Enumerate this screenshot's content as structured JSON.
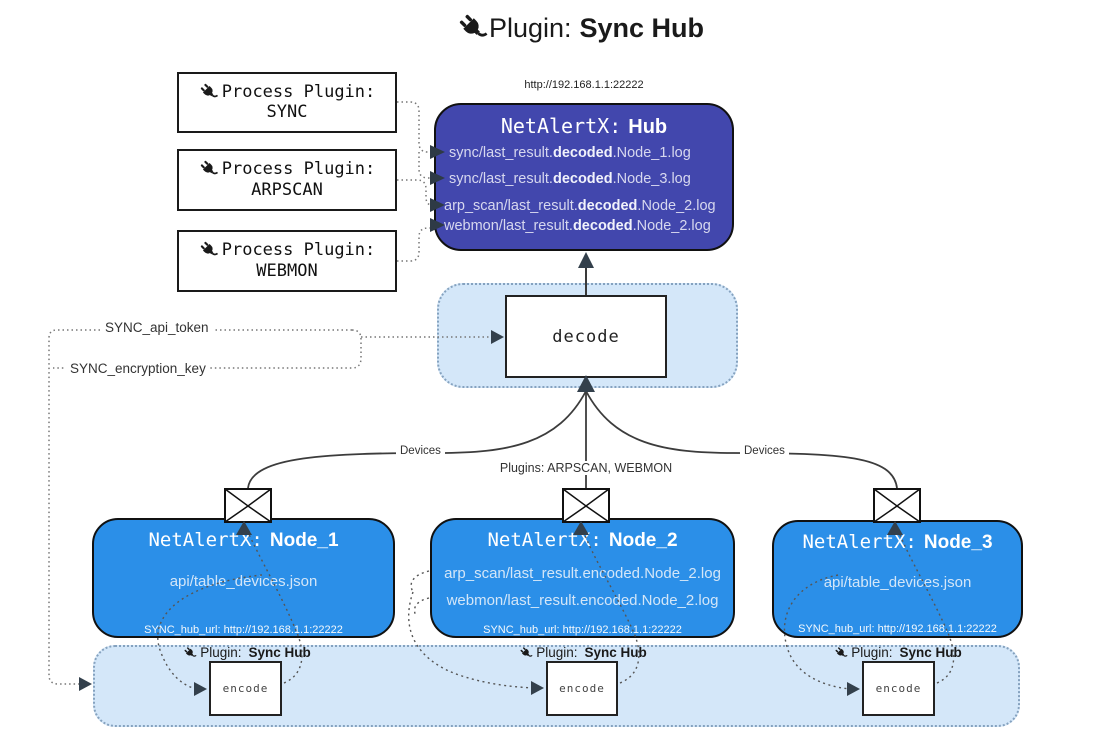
{
  "title": {
    "prefix": "Plugin:",
    "name": "Sync Hub"
  },
  "process_plugins": [
    {
      "label": "Process Plugin:",
      "name": "SYNC"
    },
    {
      "label": "Process Plugin:",
      "name": "ARPSCAN"
    },
    {
      "label": "Process Plugin:",
      "name": "WEBMON"
    }
  ],
  "hub": {
    "url": "http://192.168.1.1:22222",
    "title_prefix": "NetAlertX:",
    "title_name": "Hub",
    "logs": [
      {
        "pre": "sync/last_result.",
        "bold": "decoded",
        "post": ".Node_1.log"
      },
      {
        "pre": "sync/last_result.",
        "bold": "decoded",
        "post": ".Node_3.log"
      },
      {
        "pre": "arp_scan/last_result.",
        "bold": "decoded",
        "post": ".Node_2.log"
      },
      {
        "pre": "webmon/last_result.",
        "bold": "decoded",
        "post": ".Node_2.log"
      }
    ]
  },
  "decode": {
    "label": "decode"
  },
  "secrets": {
    "api_token": "SYNC_api_token",
    "encryption_key": "SYNC_encryption_key"
  },
  "edge_labels": {
    "devices_left": "Devices",
    "devices_right": "Devices",
    "plugins": "Plugins: ARPSCAN, WEBMON"
  },
  "nodes": [
    {
      "title_prefix": "NetAlertX:",
      "name": "Node_1",
      "logs": [
        "api/table_devices.json"
      ],
      "hub_url": "SYNC_hub_url: http://192.168.1.1:22222"
    },
    {
      "title_prefix": "NetAlertX:",
      "name": "Node_2",
      "logs": [
        "arp_scan/last_result.encoded.Node_2.log",
        "webmon/last_result.encoded.Node_2.log"
      ],
      "hub_url": "SYNC_hub_url: http://192.168.1.1:22222"
    },
    {
      "title_prefix": "NetAlertX:",
      "name": "Node_3",
      "logs": [
        "api/table_devices.json"
      ],
      "hub_url": "SYNC_hub_url: http://192.168.1.1:22222"
    }
  ],
  "encode_band": {
    "sections": [
      {
        "label_prefix": "Plugin:",
        "label_name": "Sync Hub",
        "box_label": "encode"
      },
      {
        "label_prefix": "Plugin:",
        "label_name": "Sync Hub",
        "box_label": "encode"
      },
      {
        "label_prefix": "Plugin:",
        "label_name": "Sync Hub",
        "box_label": "encode"
      }
    ]
  },
  "icons": {
    "plug": "plug-icon",
    "envelope": "envelope-icon"
  },
  "colors": {
    "hub_bg": "#4247ad",
    "node_bg": "#2b8fe8",
    "band_bg": "#d4e7f9",
    "ink": "#1a1a1a"
  }
}
